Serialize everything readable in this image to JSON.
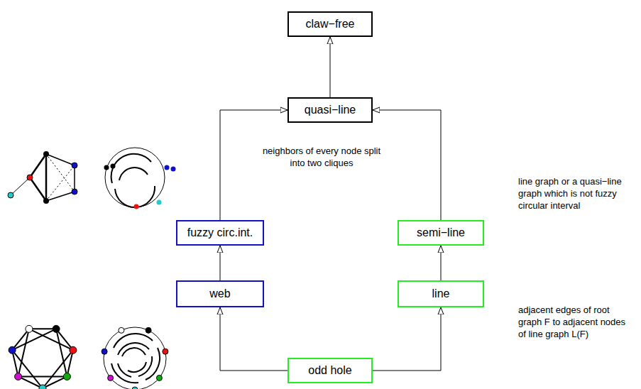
{
  "diagram": {
    "nodes": [
      {
        "text": [
          "claw−free"
        ]
      },
      {
        "text": [
          "quasi−line"
        ]
      },
      {
        "text": [
          "fuzzy circ.int."
        ]
      },
      {
        "text": [
          "semi−line"
        ]
      },
      {
        "text": [
          "web"
        ]
      },
      {
        "text": [
          "line"
        ]
      },
      {
        "text": [
          "odd hole"
        ]
      }
    ],
    "edges": [
      {
        "from": 1,
        "to": 0,
        "arrow": "to"
      },
      {
        "from": 2,
        "to": 1,
        "arrow": "to"
      },
      {
        "from": 3,
        "to": 1,
        "arrow": "to"
      },
      {
        "from": 4,
        "to": 2,
        "arrow": "to"
      },
      {
        "from": 5,
        "to": 3,
        "arrow": "to"
      },
      {
        "from": 6,
        "to": 4,
        "arrow": "to"
      },
      {
        "from": 6,
        "to": 5,
        "arrow": "to"
      }
    ],
    "labels": [
      "neighbors of every node split into two cliques",
      "line graph or a quasi−line graph which is not fuzzy circular interval",
      "adjacent edges of root graph F to adjacent nodes of line graph L(F)"
    ]
  }
}
